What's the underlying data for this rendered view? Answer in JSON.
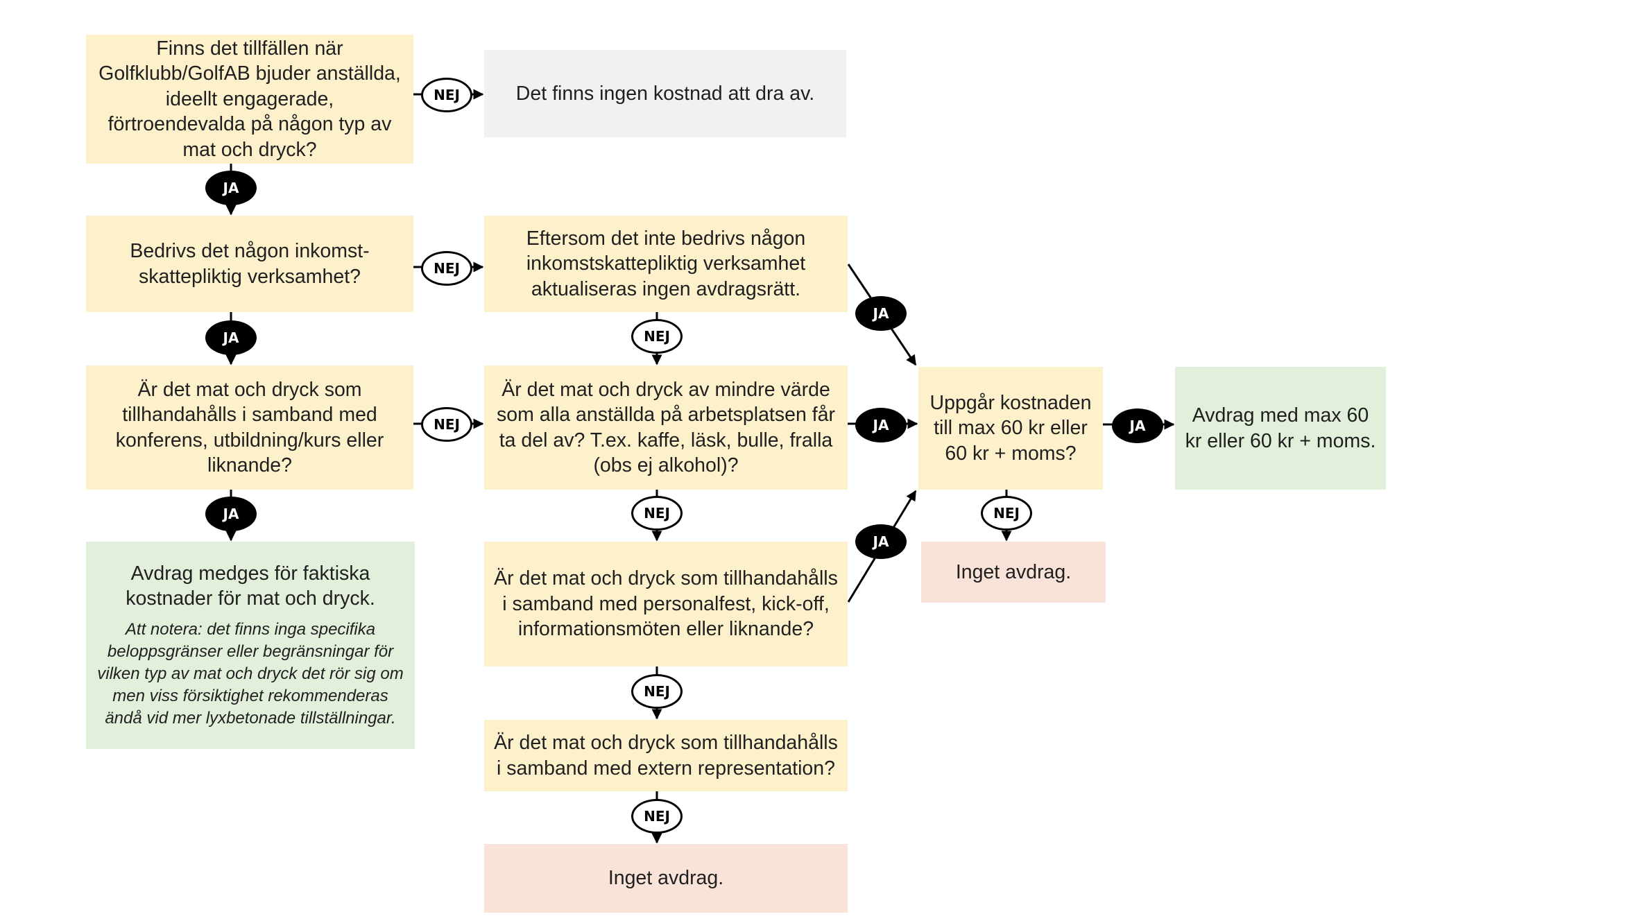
{
  "nodes": {
    "q1": "Finns det tillfällen när Golfklubb/GolfAB bjuder anställda, ideellt engagerade, förtroendevalda på någon typ av mat och dryck?",
    "no_cost": "Det finns ingen kostnad att dra av.",
    "q2": "Bedrivs det någon inkomst-skattepliktig verksamhet?",
    "no_business": "Eftersom det inte bedrivs någon inkomstskattepliktig verksamhet aktualiseras ingen avdragsrätt.",
    "q3": "Är det mat och dryck som tillhandahålls i samband med konferens, utbildning/kurs eller liknande?",
    "q4": "Är det mat och dryck av mindre värde som alla anställda på arbetsplatsen får ta del av? T.ex. kaffe, läsk, bulle, fralla (obs ej alkohol)?",
    "q5": "Uppgår kostnaden till max 60 kr eller 60 kr + moms?",
    "result_60": "Avdrag med max 60 kr eller 60 kr + moms.",
    "result_actual": "Avdrag medges för faktiska kostnader för mat och dryck.",
    "result_actual_note": "Att notera: det finns inga specifika beloppsgränser eller begränsningar för vilken typ av mat och dryck det rör sig om men viss försiktighet rekommenderas ändå vid mer lyxbetonade tillställningar.",
    "q6": "Är det mat och dryck som tillhandahålls i samband med personalfest, kick-off, informationsmöten eller liknande?",
    "no_deduction_1": "Inget avdrag.",
    "q7": "Är det mat och dryck som tillhandahålls i samband med extern representation?",
    "no_deduction_2": "Inget avdrag."
  },
  "labels": {
    "yes": "JA",
    "no": "NEJ"
  },
  "colors": {
    "question": "#fdf1cc",
    "neutral": "#f1f1f1",
    "positive": "#e2efda",
    "negative": "#f9e3d8"
  }
}
